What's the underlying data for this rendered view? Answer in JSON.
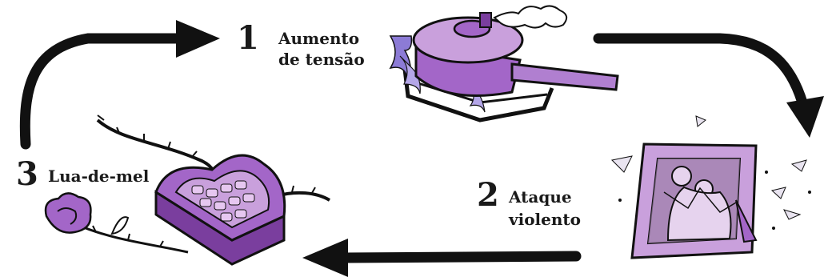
{
  "colors": {
    "purple_light": "#c9a0dc",
    "purple_mid": "#a366c8",
    "purple_dark": "#7a3e9e",
    "ink": "#111111",
    "flame_blue": "#8c7bd6"
  },
  "stages": [
    {
      "number": "1",
      "label_line1": "Aumento",
      "label_line2": "de tensão",
      "icon": "pressure-cooker-icon"
    },
    {
      "number": "2",
      "label_line1": "Ataque",
      "label_line2": "violento",
      "icon": "broken-photo-frame-icon"
    },
    {
      "number": "3",
      "label_line1": "Lua-de-mel",
      "label_line2": "",
      "icon": "heart-chocolate-box-and-rose-icon"
    }
  ]
}
